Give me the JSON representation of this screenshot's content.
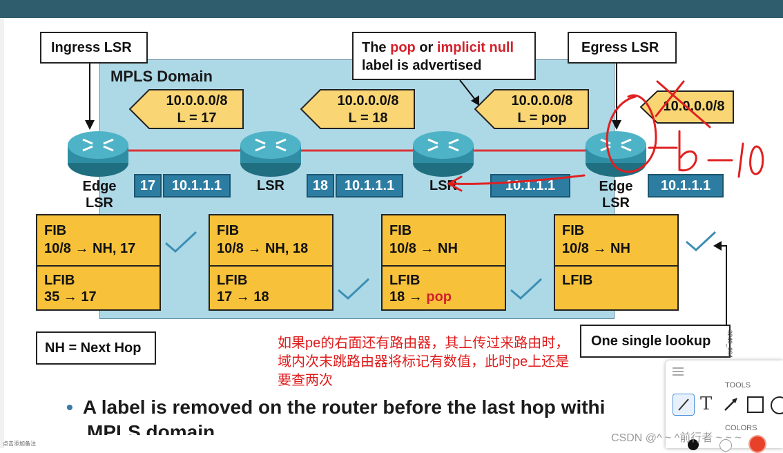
{
  "domain_title": "MPLS Domain",
  "callouts": {
    "ingress": "Ingress LSR",
    "egress": "Egress LSR",
    "pop_prefix": "The ",
    "pop_word": "pop",
    "pop_mid": " or ",
    "implicit_null": "implicit null",
    "pop_line2": "label is advertised",
    "nh": "NH = Next Hop",
    "single_lookup": "One single lookup"
  },
  "advertisements": [
    {
      "prefix": "10.0.0.0/8",
      "label": "L = 17"
    },
    {
      "prefix": "10.0.0.0/8",
      "label": "L = 18"
    },
    {
      "prefix": "10.0.0.0/8",
      "label": "L = pop"
    },
    {
      "prefix": "10.0.0.0/8"
    }
  ],
  "routers": [
    {
      "line1": "Edge",
      "line2": "LSR"
    },
    {
      "line1": "LSR"
    },
    {
      "line1": "LSR"
    },
    {
      "line1": "Edge",
      "line2": "LSR"
    }
  ],
  "packets": [
    {
      "label": "17",
      "ip": "10.1.1.1"
    },
    {
      "label": "18",
      "ip": "10.1.1.1"
    },
    {
      "ip": "10.1.1.1"
    },
    {
      "ip": "10.1.1.1"
    }
  ],
  "tables": [
    {
      "fib": "FIB",
      "fib_entry": "10/8 → NH, 17",
      "lfib": "LFIB",
      "lfib_entry": "35 → 17"
    },
    {
      "fib": "FIB",
      "fib_entry": "10/8 → NH, 18",
      "lfib": "LFIB",
      "lfib_entry": "17 → 18"
    },
    {
      "fib": "FIB",
      "fib_entry": "10/8 → NH",
      "lfib": "LFIB",
      "lfib_entry_prefix": "18 → ",
      "lfib_entry_pop": "pop"
    },
    {
      "fib": "FIB",
      "fib_entry": "10/8 → NH",
      "lfib": "LFIB"
    }
  ],
  "annotation_note": "如果pe的右面还有路由器，其上传过来路由时，域内次末跳路由器将标记有数值，此时pe上还是要查两次",
  "handwritten": "b—10",
  "slide_code": "3249_064",
  "bullet_line1": "A label is removed on the router before the last hop withi",
  "bullet_line2": "MPLS domain",
  "tools_panel": {
    "tools_label": "TOOLS",
    "colors_label": "COLORS",
    "text_tool_glyph": "T"
  },
  "watermark": "CSDN @^ ~ ^前行者 ~ ~ ~",
  "footer_tiny": "点击添加备注",
  "colors": {
    "domain": "#add8e6",
    "table": "#f7c23a",
    "tag": "#f9d673",
    "packet": "#2d7da3",
    "accent_red": "#d3212b",
    "check": "#3b8fb5",
    "ink": "#e02020"
  }
}
